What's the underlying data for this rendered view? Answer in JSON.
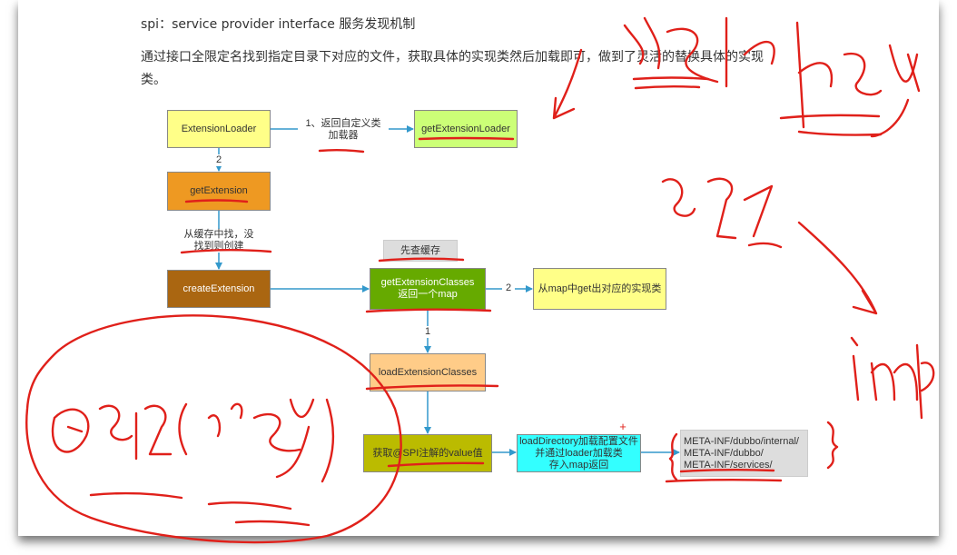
{
  "page": {
    "heading": "spi：service provider  interface  服务发现机制",
    "para_line1": "通过接口全限定名找到指定目录下对应的文件，获取具体的实现类然后加载即可，做到了灵活的替换具体的实现",
    "para_line2": "类。"
  },
  "diagram": {
    "extension_loader": "ExtensionLoader",
    "edge1_line1": "1、返回自定义类",
    "edge1_line2": "加载器",
    "get_extension_loader": "getExtensionLoader",
    "edge2": "2",
    "get_extension": "getExtension",
    "cache_line1": "从缓存中找，没",
    "cache_line2": "找到则创建",
    "check_cache": "先查缓存",
    "create_extension": "createExtension",
    "get_ext_classes_line1": "getExtensionClasses",
    "get_ext_classes_line2": "返回一个map",
    "edge_map": "2",
    "from_map": "从map中get出对应的实现类",
    "edge_load": "1",
    "load_ext_classes": "loadExtensionClasses",
    "spi_value": "获取@SPI注解的value值",
    "load_dir_line1": "loadDirectory加载配置文件",
    "load_dir_line2": "并通过loader加载类",
    "load_dir_line3": "存入map返回",
    "dir_internal": "META-INF/dubbo/internal/",
    "dir_dubbo": "META-INF/dubbo/",
    "dir_services": "META-INF/services/",
    "plus_mark": "+"
  },
  "colors": {
    "yellow": "#ffff88",
    "green_light": "#ccff77",
    "orange": "#ee9922",
    "brown": "#aa6611",
    "green": "#66aa00",
    "peach": "#ffcc88",
    "olive": "#bbbb00",
    "cyan": "#33ffff",
    "gray": "#dddddd",
    "arrow": "#3399cc",
    "ink": "#e0201a"
  }
}
